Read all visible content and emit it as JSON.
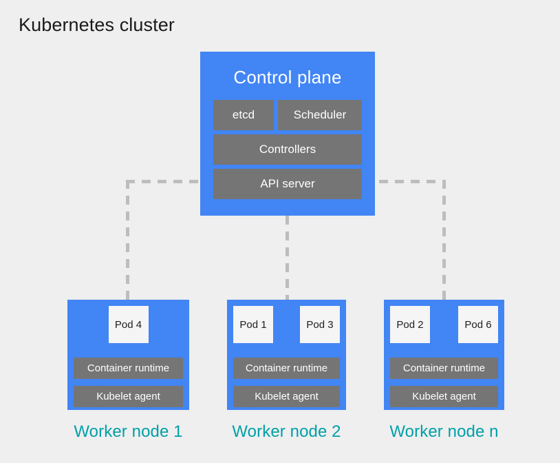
{
  "page": {
    "title": "Kubernetes cluster",
    "background_color": "#EFEFEF",
    "accent_blue": "#4285F4",
    "box_gray": "#757575",
    "pod_white": "#F5F5F5",
    "label_teal": "#00A0A8",
    "connector_gray": "#BDBDBD"
  },
  "control_plane": {
    "title": "Control plane",
    "components": [
      {
        "label": "etcd"
      },
      {
        "label": "Scheduler"
      },
      {
        "label": "Controllers"
      },
      {
        "label": "API server"
      }
    ]
  },
  "worker_nodes": [
    {
      "label": "Worker node 1",
      "pods": [
        {
          "label": "Pod 4"
        }
      ],
      "runtime_label": "Container runtime",
      "kubelet_label": "Kubelet agent"
    },
    {
      "label": "Worker node 2",
      "pods": [
        {
          "label": "Pod 1"
        },
        {
          "label": "Pod 3"
        }
      ],
      "runtime_label": "Container runtime",
      "kubelet_label": "Kubelet agent"
    },
    {
      "label": "Worker node n",
      "pods": [
        {
          "label": "Pod 2"
        },
        {
          "label": "Pod 6"
        }
      ],
      "runtime_label": "Container runtime",
      "kubelet_label": "Kubelet agent"
    }
  ],
  "connectors": {
    "description": "Dashed gray lines from API server out to each worker node"
  }
}
